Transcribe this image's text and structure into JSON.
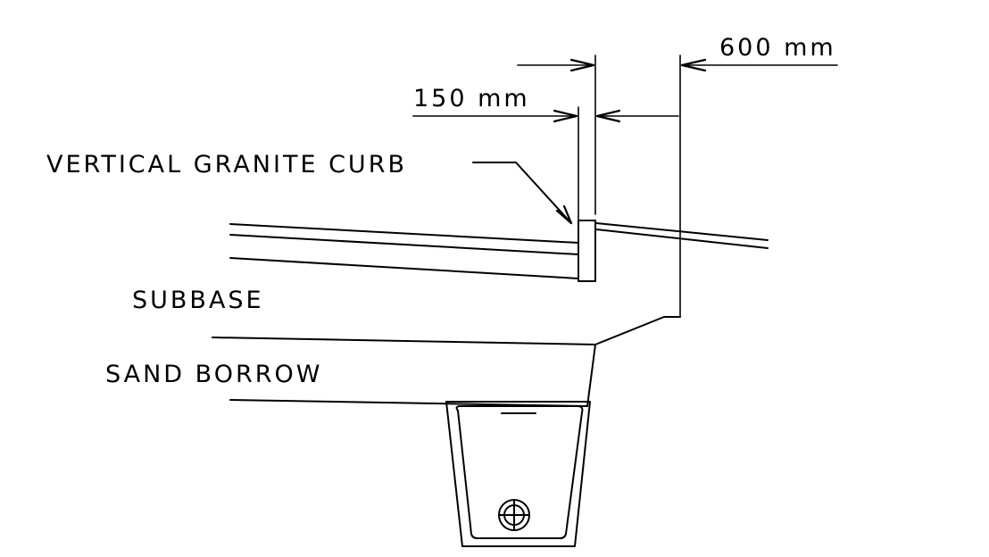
{
  "labels": {
    "dim_600": "600 mm",
    "dim_150": "150 mm",
    "curb": "VERTICAL GRANITE CURB",
    "subbase": "SUBBASE",
    "sand_borrow": "SAND BORROW"
  }
}
